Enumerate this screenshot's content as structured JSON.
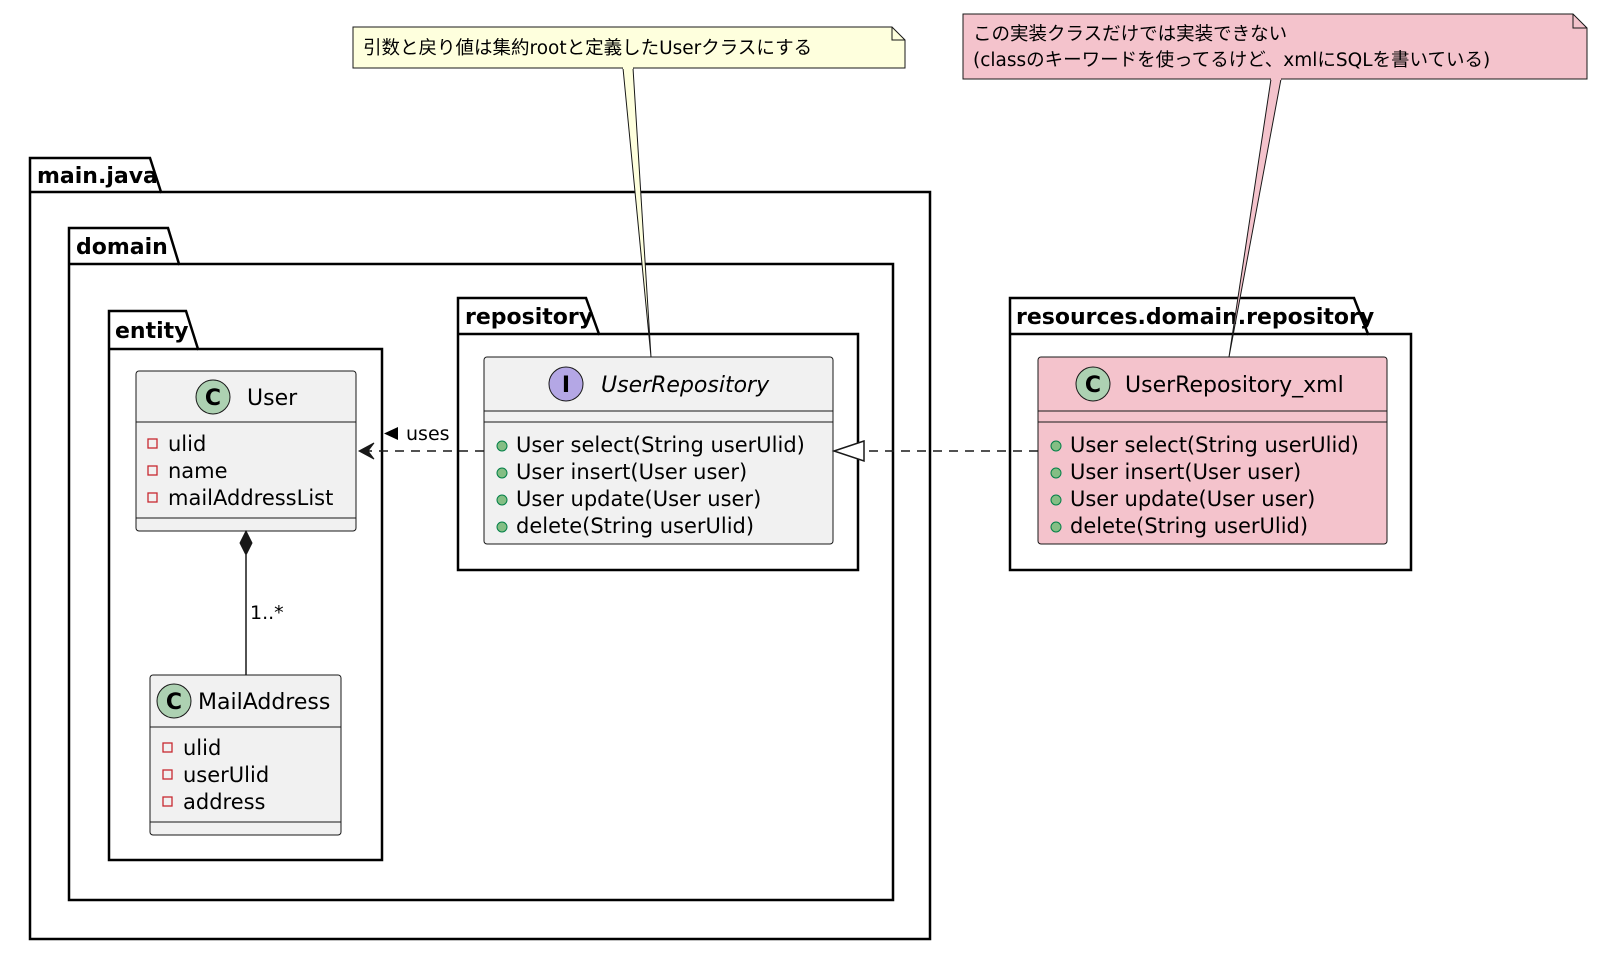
{
  "colors": {
    "class_fill": "#F1F1F1",
    "implementation_fill": "#F4C3CC",
    "note_yellow": "#FEFFDD",
    "note_pink": "#F4C3CC",
    "class_badge": "#ADD1B2",
    "interface_badge": "#B4A7E5",
    "private_marker": "#C82930",
    "public_marker": "#84BE84"
  },
  "packages": {
    "main_java": "main.java",
    "domain": "domain",
    "entity": "entity",
    "repository": "repository",
    "resources_repository": "resources.domain.repository"
  },
  "classes": {
    "user": {
      "stereotype": "C",
      "name": "User",
      "fields": [
        "ulid",
        "name",
        "mailAddressList"
      ]
    },
    "mail_address": {
      "stereotype": "C",
      "name": "MailAddress",
      "fields": [
        "ulid",
        "userUlid",
        "address"
      ]
    },
    "user_repository": {
      "stereotype": "I",
      "name": "UserRepository",
      "methods": [
        "User select(String userUlid)",
        "User insert(User user)",
        "User update(User user)",
        "delete(String userUlid)"
      ]
    },
    "user_repository_xml": {
      "stereotype": "C",
      "name": "UserRepository_xml",
      "methods": [
        "User select(String userUlid)",
        "User insert(User user)",
        "User update(User user)",
        "delete(String userUlid)"
      ]
    }
  },
  "relations": {
    "uses_label": "uses",
    "multiplicity": "1..*"
  },
  "notes": {
    "interface_note": "引数と戻り値は集約rootと定義したUserクラスにする",
    "xml_note_line1": "この実装クラスだけでは実装できない",
    "xml_note_line2": "(classのキーワードを使ってるけど、xmlにSQLを書いている)"
  }
}
